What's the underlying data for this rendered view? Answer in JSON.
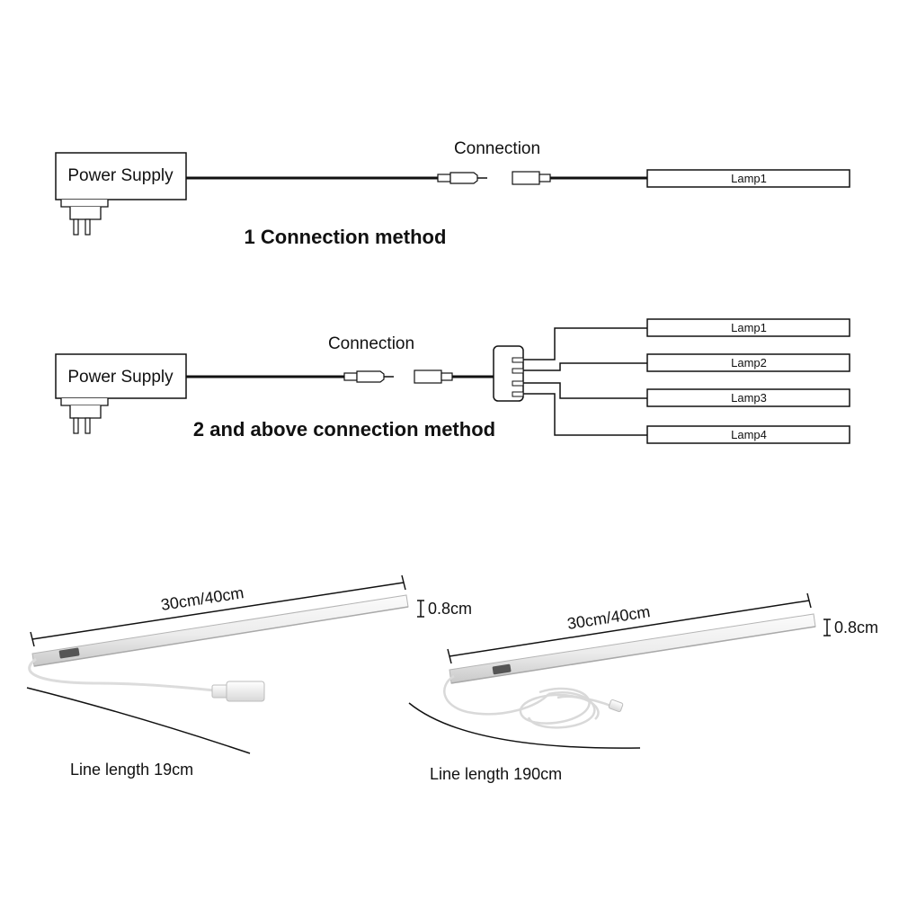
{
  "diagram1": {
    "power_supply": "Power Supply",
    "connection": "Connection",
    "lamps": [
      "Lamp1"
    ],
    "caption": "1 Connection method"
  },
  "diagram2": {
    "power_supply": "Power Supply",
    "connection": "Connection",
    "lamps": [
      "Lamp1",
      "Lamp2",
      "Lamp3",
      "Lamp4"
    ],
    "caption": "2 and above connection method"
  },
  "product_left": {
    "length": "30cm/40cm",
    "thickness": "0.8cm",
    "cable": "Line length 19cm"
  },
  "product_right": {
    "length": "30cm/40cm",
    "thickness": "0.8cm",
    "cable": "Line length 190cm"
  },
  "colors": {
    "line": "#111111",
    "bar_light": "#f4f4f4",
    "bar_dark": "#cfcfcf"
  }
}
